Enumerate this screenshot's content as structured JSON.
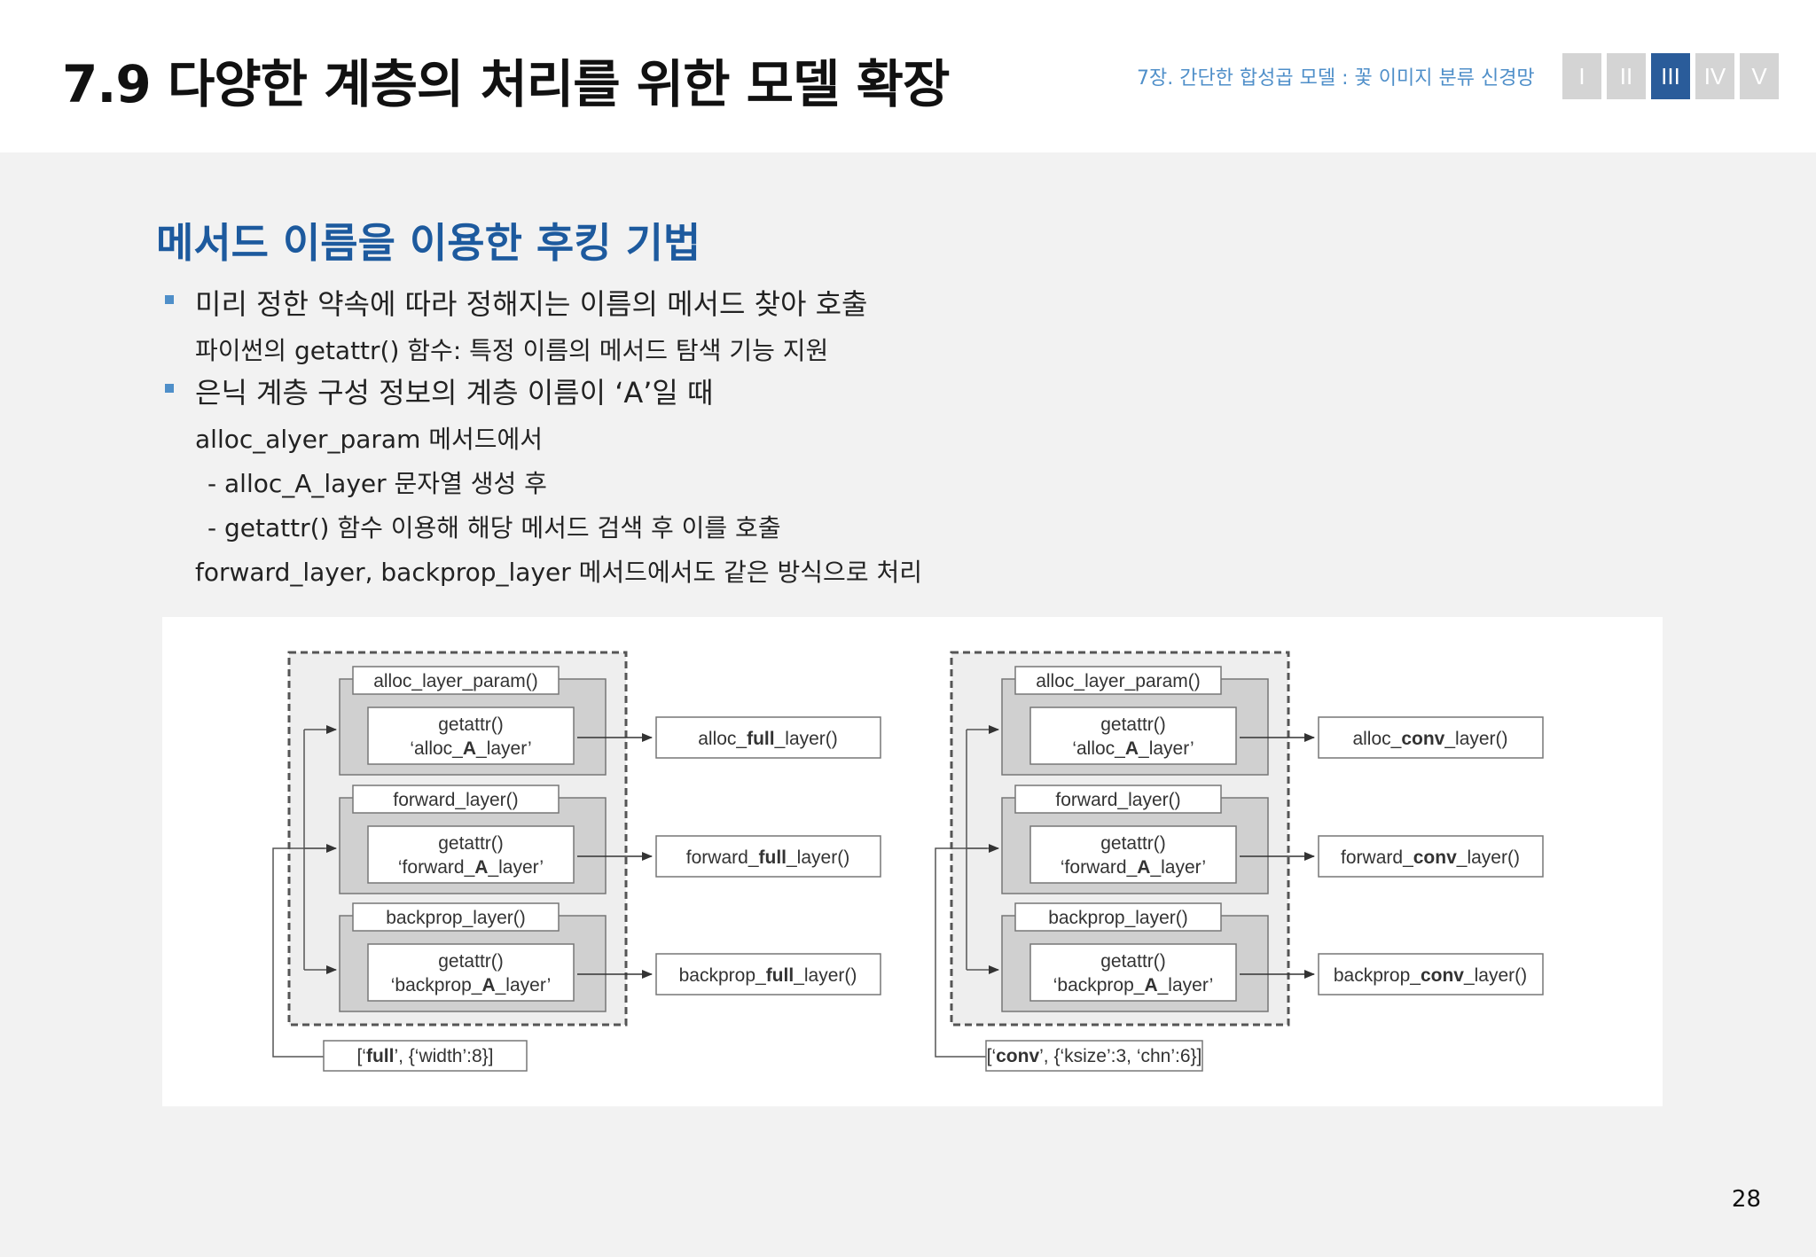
{
  "header": {
    "title": "7.9 다양한 계층의 처리를 위한 모델 확장",
    "chapter": "7장. 간단한 합성곱 모델 : 꽃 이미지 분류 신경망",
    "nav_tabs": [
      "I",
      "II",
      "III",
      "IV",
      "V"
    ],
    "active_tab": "III",
    "active_color": "#2a5c9a"
  },
  "section": {
    "title": "메서드 이름을 이용한 후킹 기법",
    "lines": [
      "미리 정한 약속에 따라 정해지는 이름의 메서드 찾아 호출",
      "파이썬의 getattr() 함수: 특정 이름의 메서드 탐색 기능 지원",
      "은닉 계층 구성 정보의 계층 이름이 ‘A’일 때",
      "alloc_alyer_param 메서드에서",
      "- alloc_A_layer 문자열 생성 후",
      "- getattr() 함수 이용해 해당 메서드 검색 후 이를 호출",
      "forward_layer, backprop_layer 메서드에서도 같은 방식으로 처리"
    ]
  },
  "figure": {
    "left": {
      "blocks": [
        {
          "label": "alloc_layer_param()",
          "getattr": "getattr()",
          "pre": "‘alloc_",
          "bold": "A",
          "post": "_layer’"
        },
        {
          "label": "forward_layer()",
          "getattr": "getattr()",
          "pre": "‘forward_",
          "bold": "A",
          "post": "_layer’"
        },
        {
          "label": "backprop_layer()",
          "getattr": "getattr()",
          "pre": "‘backprop_",
          "bold": "A",
          "post": "_layer’"
        }
      ],
      "targets": [
        {
          "pre": "alloc_",
          "bold": "full",
          "post": "_layer()"
        },
        {
          "pre": "forward_",
          "bold": "full",
          "post": "_layer()"
        },
        {
          "pre": "backprop_",
          "bold": "full",
          "post": "_layer()"
        }
      ],
      "config": {
        "pre": "[‘",
        "bold": "full",
        "post": "’, {‘width’:8}]"
      }
    },
    "right": {
      "blocks": [
        {
          "label": "alloc_layer_param()",
          "getattr": "getattr()",
          "pre": "‘alloc_",
          "bold": "A",
          "post": "_layer’"
        },
        {
          "label": "forward_layer()",
          "getattr": "getattr()",
          "pre": "‘forward_",
          "bold": "A",
          "post": "_layer’"
        },
        {
          "label": "backprop_layer()",
          "getattr": "getattr()",
          "pre": "‘backprop_",
          "bold": "A",
          "post": "_layer’"
        }
      ],
      "targets": [
        {
          "pre": "alloc_",
          "bold": "conv",
          "post": "_layer()"
        },
        {
          "pre": "forward_",
          "bold": "conv",
          "post": "_layer()"
        },
        {
          "pre": "backprop_",
          "bold": "conv",
          "post": "_layer()"
        }
      ],
      "config": {
        "pre": "[‘",
        "bold": "conv",
        "post": "’, {‘ksize’:3, ‘chn’:6}]"
      }
    }
  },
  "page_number": "28"
}
